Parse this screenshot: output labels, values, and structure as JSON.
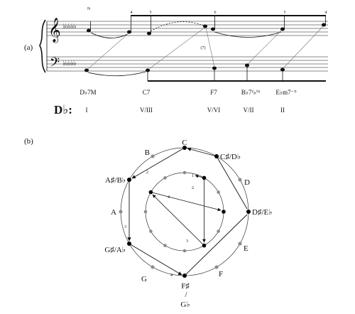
{
  "section_a_label": "(a)",
  "section_b_label": "(b)",
  "key_label": "D♭:",
  "treble_clef": "𝄞",
  "bass_clef": "𝄢",
  "flats": "♭♭♭♭♭",
  "note_N": "N",
  "finger_top": [
    "4",
    "5",
    "6",
    "5",
    "4"
  ],
  "paren7": "(7)",
  "chords": [
    "D♭7M",
    "C7",
    "F7",
    "B♭7⁽♭⁹⁾",
    "E♭m7⁻⁹"
  ],
  "degrees": [
    "I",
    "V/III",
    "V/VI",
    "V/II",
    "II"
  ],
  "outer_notes": [
    "C",
    "C♯/D♭",
    "D",
    "D♯/E♭",
    "E",
    "F",
    "F♯",
    "/",
    "G♭",
    "G",
    "G♯/A♭",
    "A",
    "A♯/B♭",
    "B"
  ],
  "outer_step_labels": [
    "2",
    "3",
    "4"
  ],
  "inner_step_labels": [
    "1",
    "2",
    "4",
    "3"
  ],
  "colors": {
    "ink": "#111111",
    "gray_dot": "#8a8a8a",
    "black_dot": "#000000"
  }
}
